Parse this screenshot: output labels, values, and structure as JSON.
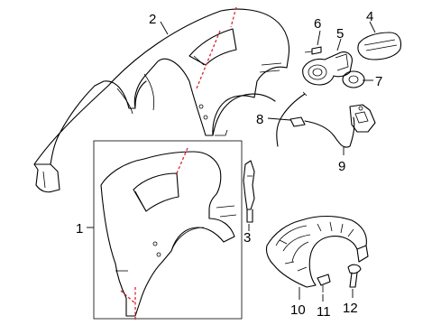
{
  "callouts": [
    {
      "id": "1",
      "text": "1"
    },
    {
      "id": "2",
      "text": "2"
    },
    {
      "id": "3",
      "text": "3"
    },
    {
      "id": "4",
      "text": "4"
    },
    {
      "id": "5",
      "text": "5"
    },
    {
      "id": "6",
      "text": "6"
    },
    {
      "id": "7",
      "text": "7"
    },
    {
      "id": "8",
      "text": "8"
    },
    {
      "id": "9",
      "text": "9"
    },
    {
      "id": "10",
      "text": "10"
    },
    {
      "id": "11",
      "text": "11"
    },
    {
      "id": "12",
      "text": "12"
    }
  ],
  "colors": {
    "line": "#000000",
    "cut_line": "#d8242b",
    "background": "#ffffff"
  }
}
